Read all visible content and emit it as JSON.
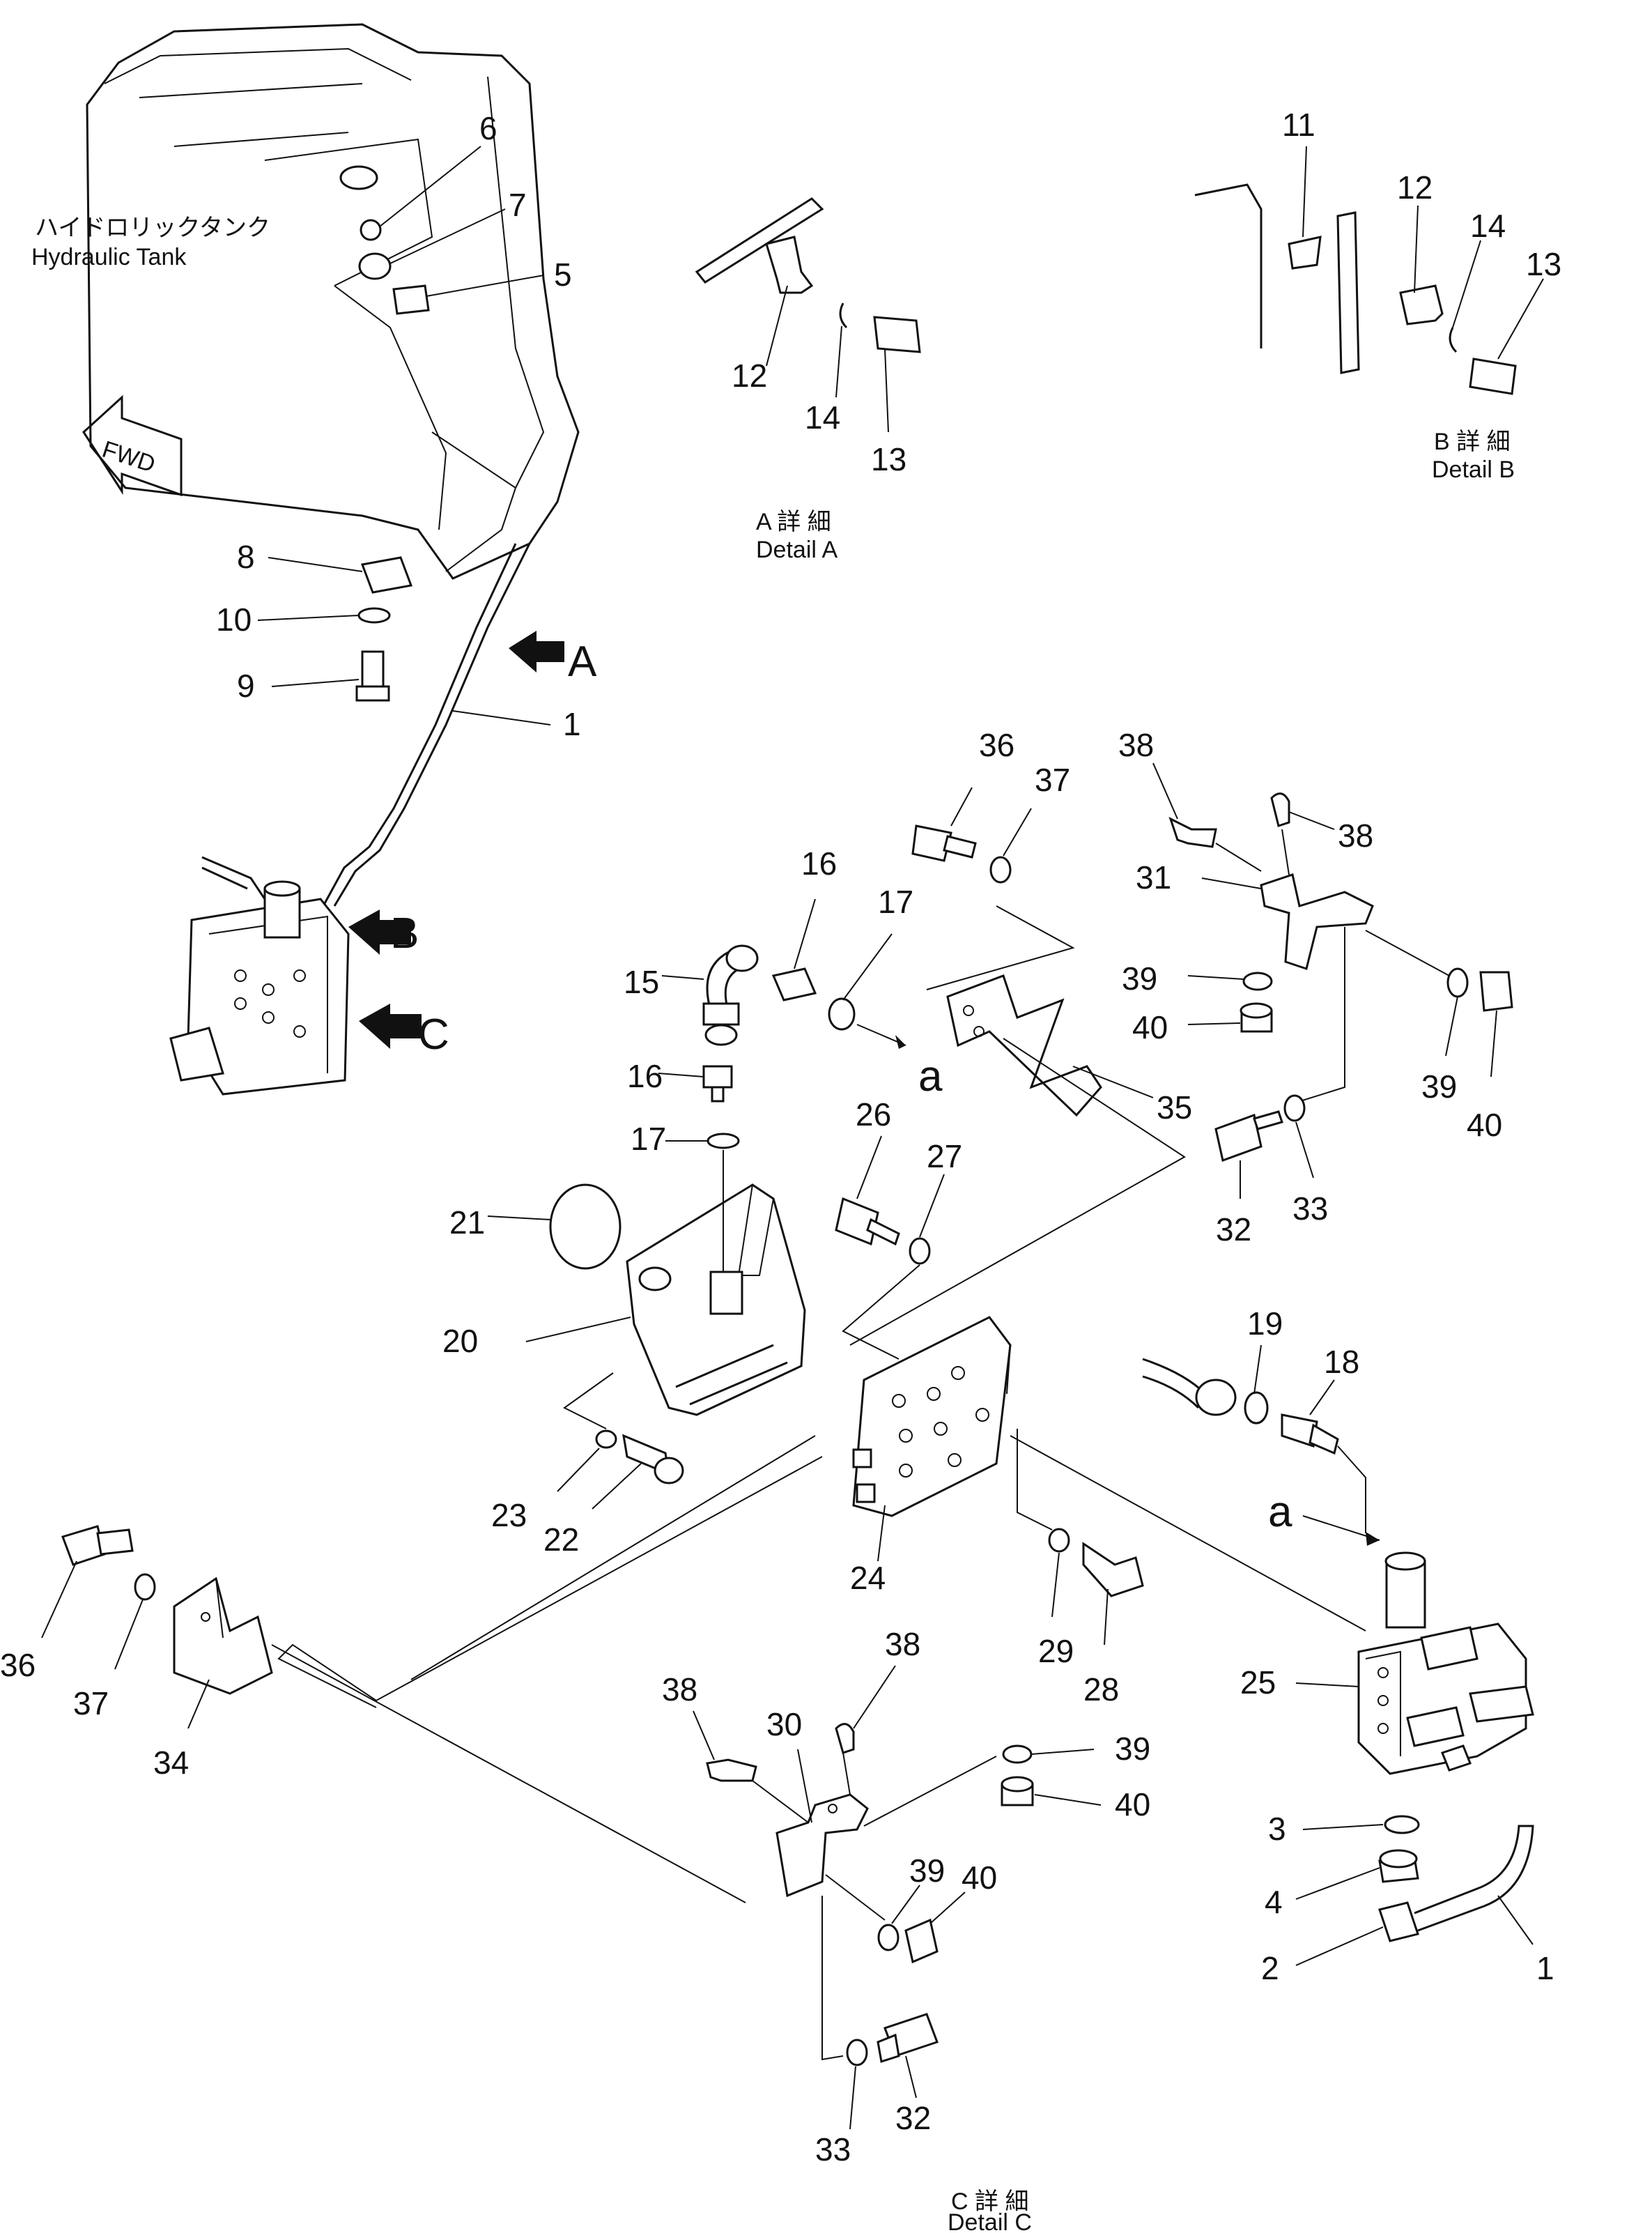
{
  "tank": {
    "label_jp": "ハイドロリックタンク",
    "label_en": "Hydraulic Tank"
  },
  "fwd_label": "FWD",
  "arrows": {
    "a": "A",
    "b": "B",
    "c": "C"
  },
  "details": {
    "a": {
      "jp": "A 詳 細",
      "en": "Detail A"
    },
    "b": {
      "jp": "B 詳 細",
      "en": "Detail B"
    },
    "c": {
      "jp": "C 詳 細",
      "en": "Detail C"
    }
  },
  "connection_label": "a",
  "callouts": {
    "tank_6": "6",
    "tank_7": "7",
    "tank_5": "5",
    "tank_8": "8",
    "tank_10": "10",
    "tank_9": "9",
    "tank_1": "1",
    "da_12": "12",
    "da_14": "14",
    "da_13": "13",
    "db_11": "11",
    "db_12": "12",
    "db_14": "14",
    "db_13": "13",
    "c_16a": "16",
    "c_17a": "17",
    "c_15": "15",
    "c_16b": "16",
    "c_17b": "17",
    "c_21": "21",
    "c_20": "20",
    "c_23": "23",
    "c_22": "22",
    "c_26": "26",
    "c_27": "27",
    "c_24": "24",
    "c_29": "29",
    "c_28": "28",
    "c_36a": "36",
    "c_37a": "37",
    "c_35": "35",
    "c_38a": "38",
    "c_38b": "38",
    "c_31": "31",
    "c_39a": "39",
    "c_40a": "40",
    "c_39b": "39",
    "c_40b": "40",
    "c_32a": "32",
    "c_33a": "33",
    "c_19": "19",
    "c_18": "18",
    "c_25": "25",
    "c_3": "3",
    "c_4": "4",
    "c_2": "2",
    "c_1": "1",
    "c_36b": "36",
    "c_37b": "37",
    "c_34": "34",
    "c_38c": "38",
    "c_38d": "38",
    "c_30": "30",
    "c_39c": "39",
    "c_40c": "40",
    "c_39d": "39",
    "c_40d": "40",
    "c_33b": "33",
    "c_32b": "32"
  }
}
